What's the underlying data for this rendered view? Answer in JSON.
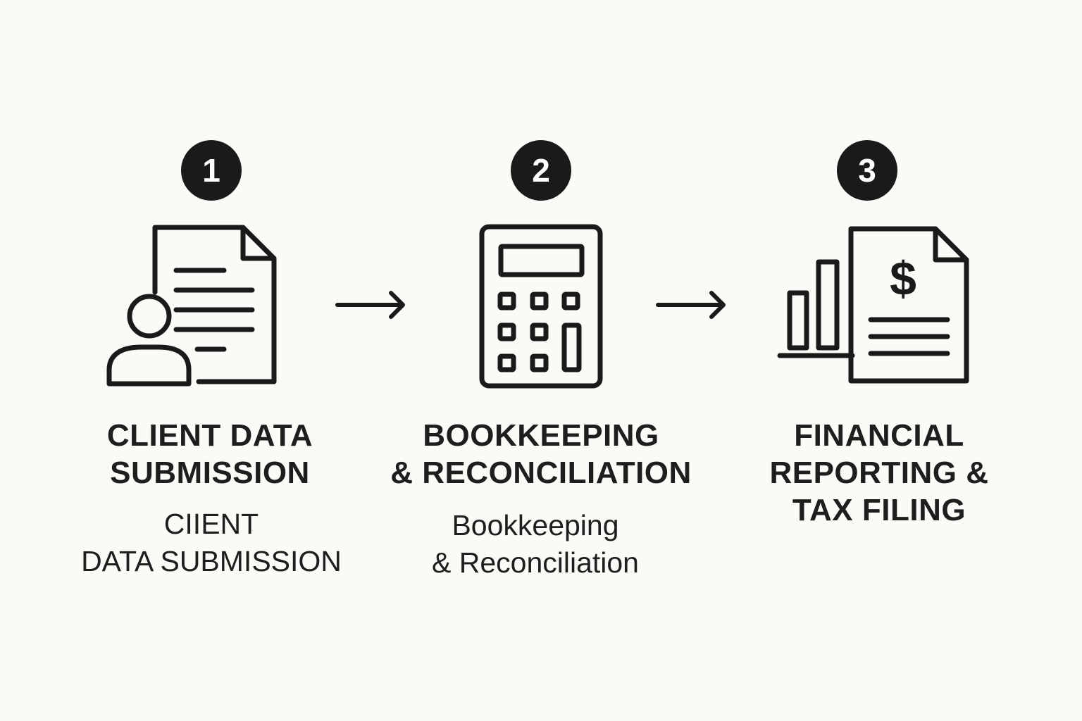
{
  "colors": {
    "background": "#fbfaf6",
    "ink": "#1a1a1a",
    "badge_text": "#ffffff"
  },
  "steps": [
    {
      "number": "1",
      "icon": "client-document-icon",
      "title_lines": [
        "CLIENT DATA",
        "SUBMISSION"
      ],
      "subtitle_lines": [
        "CIIENT",
        "DATA SUBMISSION"
      ]
    },
    {
      "number": "2",
      "icon": "calculator-icon",
      "title_lines": [
        "BOOKKEEPING",
        "& RECONCILIATION"
      ],
      "subtitle_lines": [
        "Bookkeeping",
        "& Reconciliation"
      ]
    },
    {
      "number": "3",
      "icon": "financial-report-icon",
      "title_lines": [
        "FINANCIAL",
        "REPORTING &",
        "TAX FILING"
      ],
      "subtitle_lines": []
    }
  ],
  "connectors": [
    {
      "from": "1",
      "to": "2",
      "icon": "arrow-right-icon"
    },
    {
      "from": "2",
      "to": "3",
      "icon": "arrow-right-icon"
    }
  ]
}
